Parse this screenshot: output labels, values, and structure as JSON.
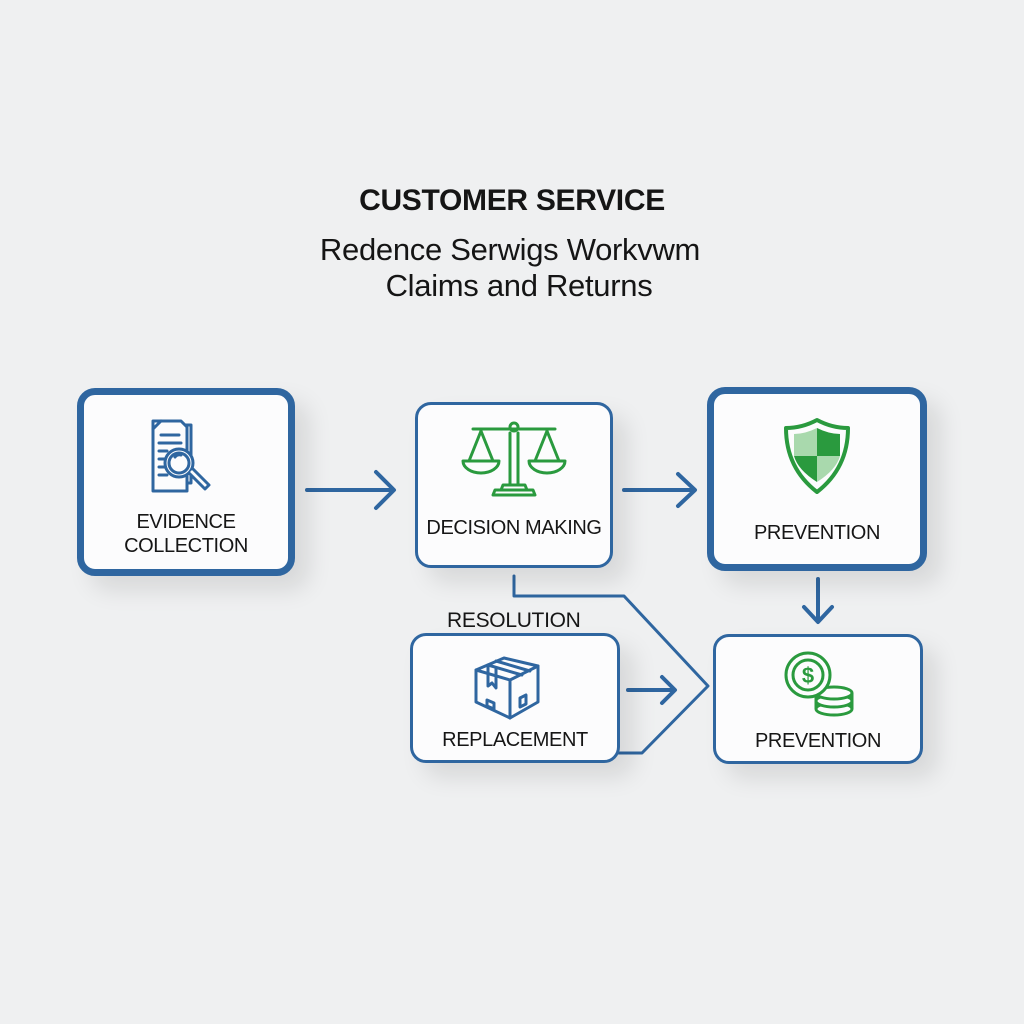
{
  "header": {
    "title": "CUSTOMER SERVICE",
    "subtitle_line1": "Redence Serwigs Workvwm",
    "subtitle_line2": "Claims and Returns"
  },
  "nodes": {
    "evidence": {
      "label_line1": "EVIDENCE",
      "label_line2": "COLLECTION",
      "icon": "document-magnifier-icon"
    },
    "decision": {
      "label": "DECISION MAKING",
      "icon": "scales-icon"
    },
    "prevention_top": {
      "label": "PREVENTION",
      "icon": "shield-icon"
    },
    "replacement": {
      "label": "REPLACEMENT",
      "icon": "package-box-icon",
      "group_label": "RESOLUTION"
    },
    "prevention_bottom": {
      "label": "PREVENTION",
      "icon": "coins-icon"
    }
  },
  "colors": {
    "border_blue": "#2f66a0",
    "icon_green": "#2a9a3e",
    "icon_green_light": "#a9d9ad",
    "text": "#161616",
    "background": "#eff0f1"
  }
}
